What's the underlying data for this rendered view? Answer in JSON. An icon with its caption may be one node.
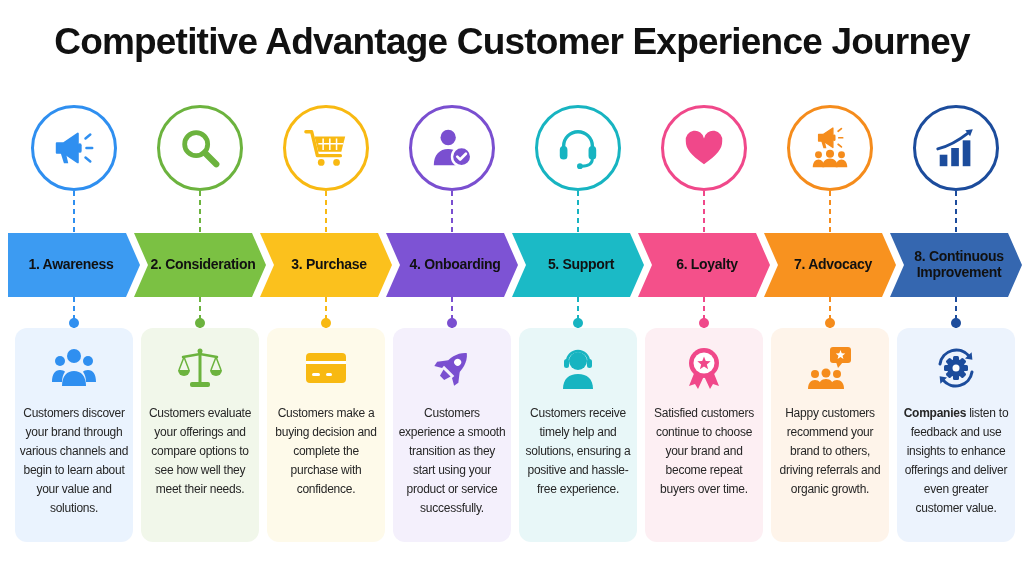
{
  "diagram": {
    "title": "Competitive Advantage Customer Experience Journey",
    "nodes": [
      {
        "text": [],
        "shape": "circle"
      },
      {
        "text": [],
        "shape": "circle"
      },
      {
        "text": [],
        "shape": "circle"
      },
      {
        "text": [],
        "shape": "circle"
      },
      {
        "text": [],
        "shape": "circle"
      },
      {
        "text": [],
        "shape": "circle"
      },
      {
        "text": [],
        "shape": "circle"
      },
      {
        "text": [],
        "shape": "circle"
      },
      {
        "text": [
          "1. Awareness"
        ]
      },
      {
        "text": [
          "2. Consideration"
        ]
      },
      {
        "text": [
          "3. Purchase"
        ]
      },
      {
        "text": [
          "4. Onboarding"
        ]
      },
      {
        "text": [
          "5. Support"
        ]
      },
      {
        "text": [
          "6. Loyalty"
        ]
      },
      {
        "text": [
          "7. Advocacy"
        ]
      },
      {
        "text": [
          "8. Continuous Improvement"
        ]
      },
      {
        "text": [
          "Customers discover your brand through various channels and begin to learn about your value and solutions."
        ]
      },
      {
        "text": [
          "Customers evaluate your offerings and compare options to see how well they meet their needs."
        ]
      },
      {
        "text": [
          "Customers make a buying decision and complete the purchase with confidence."
        ]
      },
      {
        "text": [
          "Customers experience a smooth transition as they start using your product or service successfully."
        ]
      },
      {
        "text": [
          "Customers receive timely help and solutions, ensuring a positive and hassle-free experience."
        ]
      },
      {
        "text": [
          "Satisfied customers continue to choose your brand and become repeat buyers over time."
        ]
      },
      {
        "text": [
          "Happy customers recommend your brand to others, driving referrals and organic growth."
        ]
      },
      {
        "text": [
          "**Companies** listen to feedback and use insights to enhance offerings and deliver even greater customer value."
        ]
      }
    ],
    "edges": [
      {
        "from": 0,
        "to": 8,
        "arrow": "none",
        "style": "dashed",
        "color": "#2f8ff0"
      },
      {
        "from": 1,
        "to": 9,
        "arrow": "none",
        "style": "dashed",
        "color": "#6cb33e"
      },
      {
        "from": 2,
        "to": 10,
        "arrow": "none",
        "style": "dashed",
        "color": "#f8b912"
      },
      {
        "from": 3,
        "to": 11,
        "arrow": "none",
        "style": "dashed",
        "color": "#7a4fd0"
      },
      {
        "from": 4,
        "to": 12,
        "arrow": "none",
        "style": "dashed",
        "color": "#17b4c1"
      },
      {
        "from": 5,
        "to": 13,
        "arrow": "none",
        "style": "dashed",
        "color": "#f0488a"
      },
      {
        "from": 6,
        "to": 14,
        "arrow": "none",
        "style": "dashed",
        "color": "#f58c1c"
      },
      {
        "from": 7,
        "to": 15,
        "arrow": "none",
        "style": "dashed",
        "color": "#1c4c9c"
      },
      {
        "from": 8,
        "to": 16,
        "arrow": "other",
        "style": "dashed",
        "color": "#2f8ff0"
      },
      {
        "from": 9,
        "to": 17,
        "arrow": "other",
        "style": "dashed",
        "color": "#6cb33e"
      },
      {
        "from": 10,
        "to": 18,
        "arrow": "other",
        "style": "dashed",
        "color": "#f8b912"
      },
      {
        "from": 11,
        "to": 19,
        "arrow": "other",
        "style": "dashed",
        "color": "#7a4fd0"
      },
      {
        "from": 12,
        "to": 20,
        "arrow": "other",
        "style": "dashed",
        "color": "#17b4c1"
      },
      {
        "from": 13,
        "to": 21,
        "arrow": "other",
        "style": "dashed",
        "color": "#f0488a"
      },
      {
        "from": 14,
        "to": 22,
        "arrow": "other",
        "style": "dashed",
        "color": "#f58c1c"
      },
      {
        "from": 15,
        "to": 23,
        "arrow": "other",
        "style": "dashed",
        "color": "#1c4c9c"
      }
    ]
  }
}
